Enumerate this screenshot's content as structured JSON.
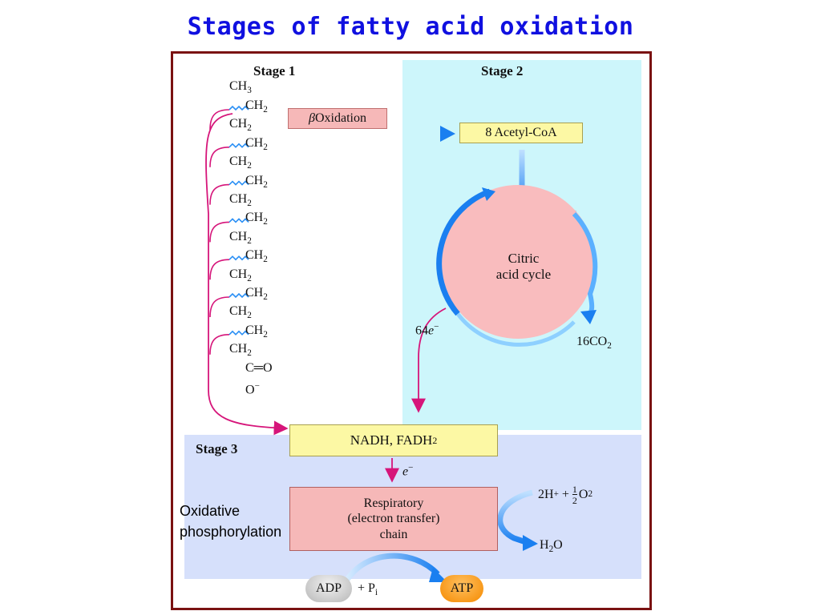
{
  "title": "Stages of fatty acid oxidation",
  "stage1": {
    "label": "Stage 1"
  },
  "stage2": {
    "label": "Stage 2"
  },
  "stage3": {
    "label": "Stage 3"
  },
  "chain": {
    "ch3": "CH",
    "ch3_sub": "3",
    "ch2": "CH",
    "ch2_sub": "2",
    "carbonyl": "C═O",
    "carboxylate_o": "O",
    "carboxylate_charge": "−"
  },
  "beta_oxidation": {
    "symbol": "β",
    "label": "Oxidation"
  },
  "acetyl_coa": {
    "label": "8 Acetyl-CoA"
  },
  "citric_cycle": {
    "line1": "Citric",
    "line2": "acid cycle"
  },
  "electrons_cycle": {
    "value": "64",
    "symbol": "e",
    "charge": "−"
  },
  "co2": {
    "label": "16CO",
    "sub": "2"
  },
  "nadh": {
    "label": "NADH, FADH",
    "sub": "2"
  },
  "electrons_chain": {
    "symbol": "e",
    "charge": "−"
  },
  "respiratory": {
    "line1": "Respiratory",
    "line2": "(electron transfer)",
    "line3": "chain"
  },
  "oxygen_reaction": {
    "left": "2H",
    "left_sup": "+",
    "plus": " + ",
    "frac_num": "1",
    "frac_den": "2",
    "o2": "O",
    "o2_sub": "2"
  },
  "water": {
    "label": "H",
    "sub": "2",
    "tail": "O"
  },
  "adp": {
    "label": "ADP",
    "plus": "+ P",
    "pi_sub": "i"
  },
  "atp": {
    "label": "ATP"
  },
  "oxphos": {
    "line1": "Oxidative",
    "line2": "phosphorylation"
  },
  "colors": {
    "accent_title": "#1010e0",
    "frame": "#7a1212",
    "magenta_arrow": "#d6157a",
    "blue_arrow": "#1a7ff0"
  }
}
